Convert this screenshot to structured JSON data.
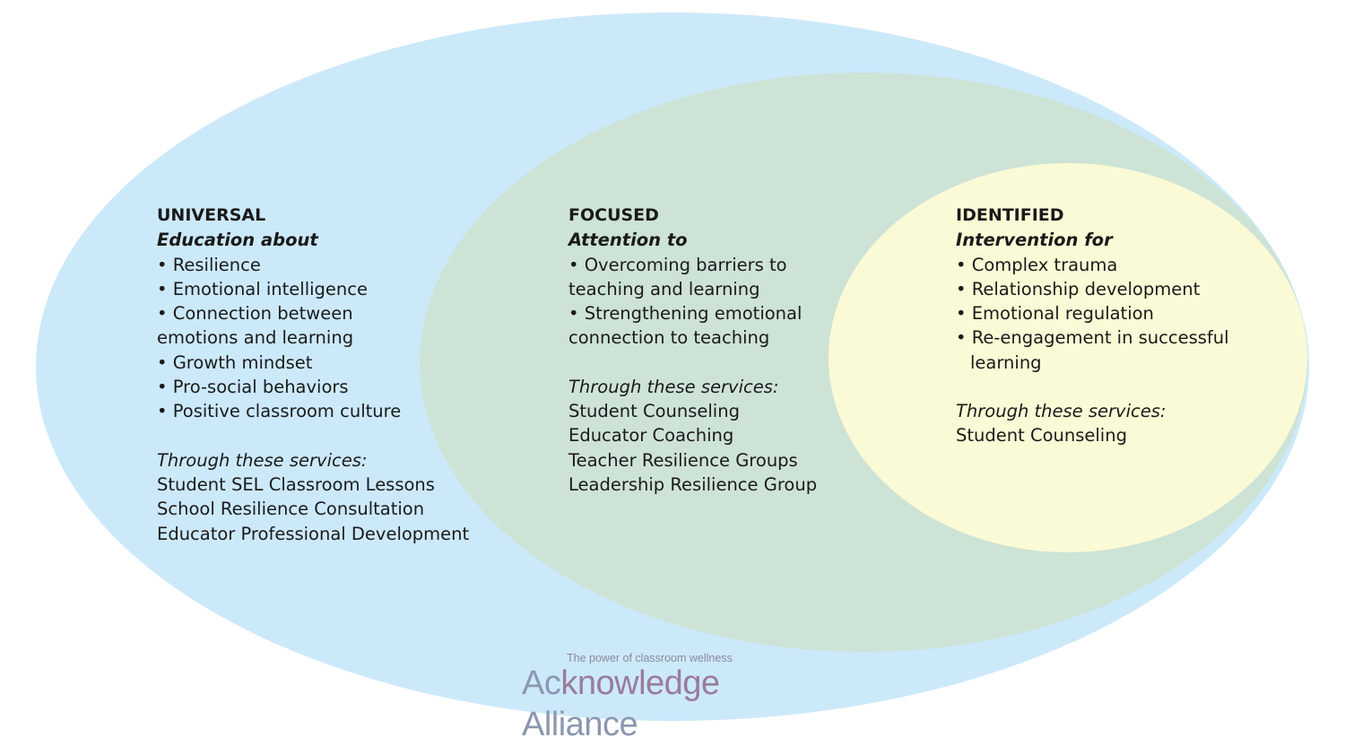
{
  "colors": {
    "universal": "#cce9fa",
    "focused": "#cde3d6",
    "identified": "#fbfad6"
  },
  "universal": {
    "tier": "UNIVERSAL",
    "subtitle": "Education about",
    "bullets": [
      "• Resilience",
      "• Emotional intelligence",
      "• Connection between",
      "emotions and learning",
      "• Growth mindset",
      "• Pro-social behaviors",
      "• Positive classroom culture"
    ],
    "services_label": "Through these services:",
    "services": [
      "Student SEL Classroom Lessons",
      "School Resilience Consultation",
      "Educator Professional Development"
    ]
  },
  "focused": {
    "tier": "FOCUSED",
    "subtitle": "Attention to",
    "bullets": [
      "• Overcoming barriers to",
      "teaching and learning",
      "• Strengthening emotional",
      "connection to teaching"
    ],
    "services_label": "Through these services:",
    "services": [
      "Student Counseling",
      "Educator Coaching",
      "Teacher Resilience Groups",
      "Leadership Resilience Group"
    ]
  },
  "identified": {
    "tier": "IDENTIFIED",
    "subtitle": "Intervention for",
    "bullets": [
      "• Complex trauma",
      "• Relationship development",
      "• Emotional regulation",
      "• Re-engagement in successful",
      "learning"
    ],
    "services_label": "Through these services:",
    "services": [
      "Student Counseling"
    ]
  },
  "logo": {
    "tagline": "The power of classroom wellness",
    "wordmark_part1": "Ac",
    "wordmark_part2": "knowledge",
    "wordmark_part3": " A",
    "wordmark_part4": "lliance"
  }
}
